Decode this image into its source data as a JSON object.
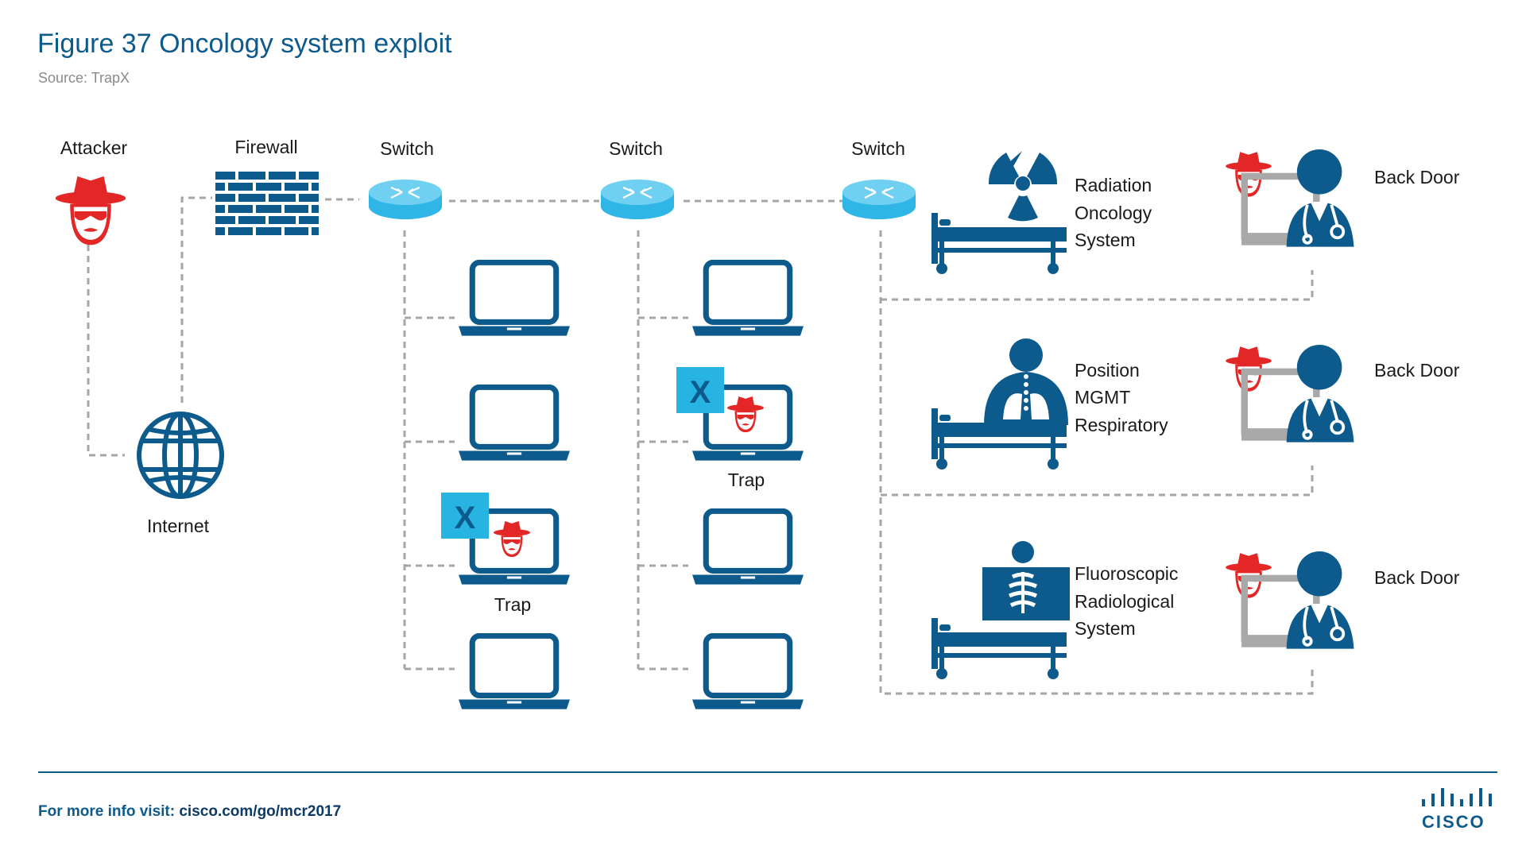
{
  "header": {
    "title": "Figure 37  Oncology system exploit",
    "source": "Source: TrapX"
  },
  "nodes": {
    "attacker": "Attacker",
    "firewall": "Firewall",
    "switch_1": "Switch",
    "switch_2": "Switch",
    "switch_3": "Switch",
    "internet": "Internet",
    "trap_1": "Trap",
    "trap_2": "Trap",
    "trap_mark": "X"
  },
  "systems": [
    {
      "lines": [
        "Radiation",
        "Oncology",
        "System"
      ],
      "backdoor": "Back Door"
    },
    {
      "lines": [
        "Position",
        "MGMT",
        "Respiratory"
      ],
      "backdoor": "Back Door"
    },
    {
      "lines": [
        "Fluoroscopic",
        "Radiological",
        "System"
      ],
      "backdoor": "Back Door"
    }
  ],
  "footer": {
    "prefix": "For more info visit: ",
    "link": "cisco.com/go/mcr2017",
    "brand": "CISCO"
  },
  "colors": {
    "navy": "#0d5a8c",
    "switch_blue": "#2fb6e6",
    "attacker_red": "#e32726",
    "trap_box": "#27b4e3",
    "connector_gray": "#a6a6a6"
  }
}
